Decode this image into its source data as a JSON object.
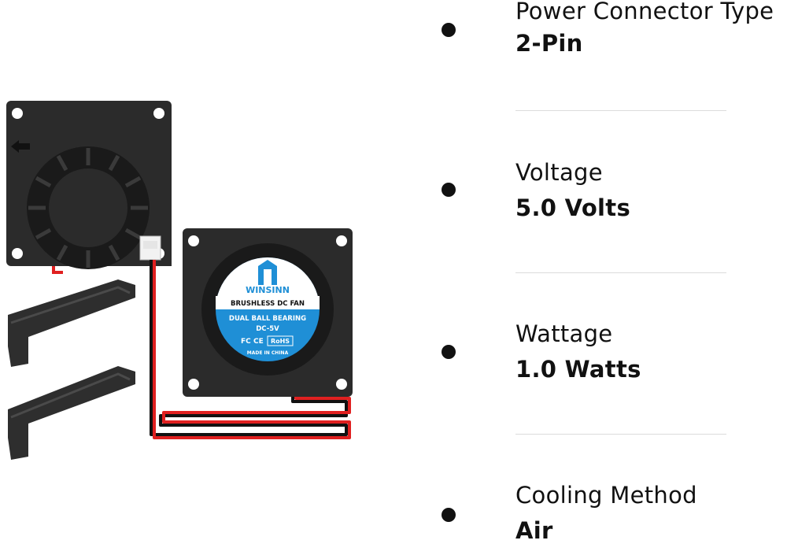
{
  "product_image": {
    "brand": "WINSINN",
    "label_line1": "BRUSHLESS DC FAN",
    "label_line2": "DUAL BALL BEARING",
    "label_line3": "DC-5V",
    "cert_fc": "FC",
    "cert_ce": "CE",
    "cert_rohs": "RoHS",
    "origin": "MADE IN CHINA"
  },
  "specs": [
    {
      "label": "Power Connector Type",
      "value": "2-Pin"
    },
    {
      "label": "Voltage",
      "value": "5.0 Volts"
    },
    {
      "label": "Wattage",
      "value": "1.0 Watts"
    },
    {
      "label": "Cooling Method",
      "value": "Air"
    }
  ],
  "colors": {
    "fan_body": "#2b2b2b",
    "label_blue": "#1f8fd6",
    "wire_red": "#e02020"
  }
}
